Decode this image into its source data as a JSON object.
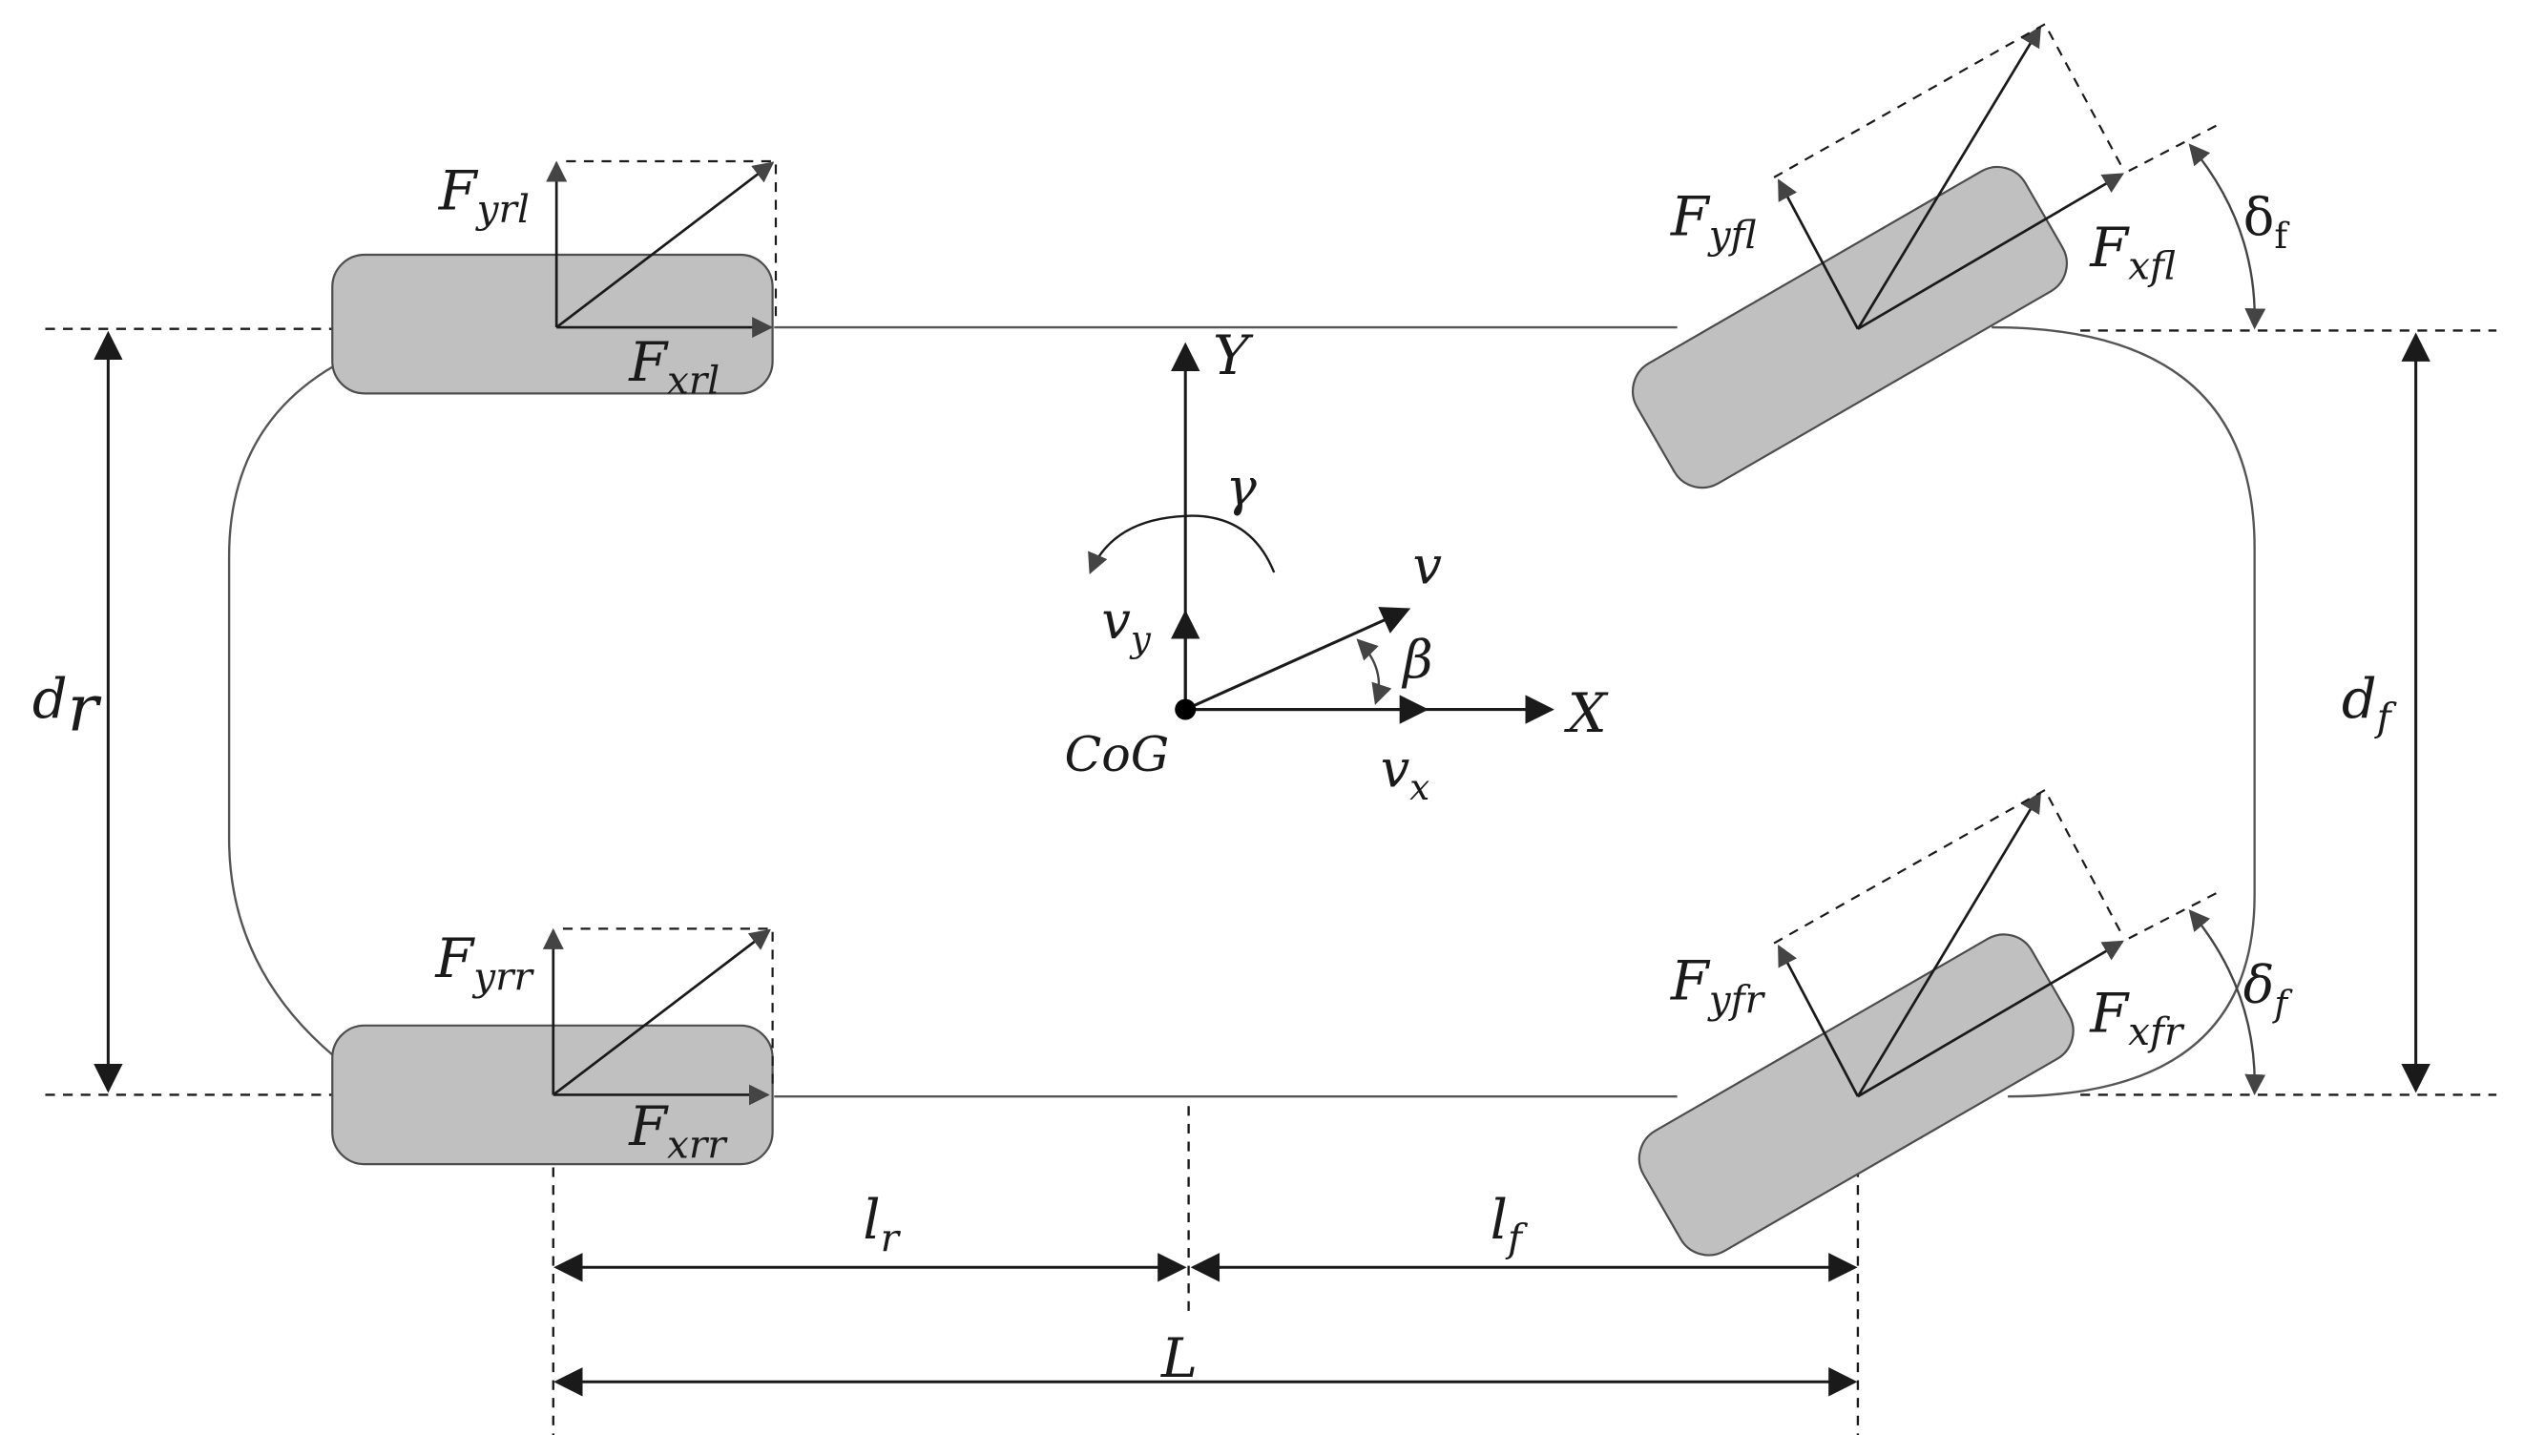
{
  "dims": {
    "d_r": "d",
    "d_r_sub": "r",
    "d_f": "d",
    "d_f_sub": "f",
    "l_r": "l",
    "l_r_sub": "r",
    "l_f": "l",
    "l_f_sub": "f",
    "L": "L"
  },
  "frame": {
    "X": "X",
    "Y": "Y",
    "cog": "CoG",
    "yaw": "γ",
    "v": "v",
    "beta": "β",
    "vx": "v",
    "vx_sub": "x",
    "vy": "v",
    "vy_sub": "y"
  },
  "forces": {
    "rl": {
      "Fy": "F",
      "Fy_sub": "yrl",
      "Fx": "F",
      "Fx_sub": "xrl"
    },
    "rr": {
      "Fy": "F",
      "Fy_sub": "yrr",
      "Fx": "F",
      "Fx_sub": "xrr"
    },
    "fl": {
      "Fy": "F",
      "Fy_sub": "yfl",
      "Fx": "F",
      "Fx_sub": "xfl"
    },
    "fr": {
      "Fy": "F",
      "Fy_sub": "yfr",
      "Fx": "F",
      "Fx_sub": "xfr"
    }
  },
  "steer": {
    "top": "δ",
    "top_sub": "f",
    "bottom": "δ",
    "bottom_sub": "f"
  },
  "colors": {
    "wheel": "#c0c0c0",
    "wheel_stroke": "#4d4d4d",
    "ink": "#1a1a1a",
    "body": "#555555"
  }
}
